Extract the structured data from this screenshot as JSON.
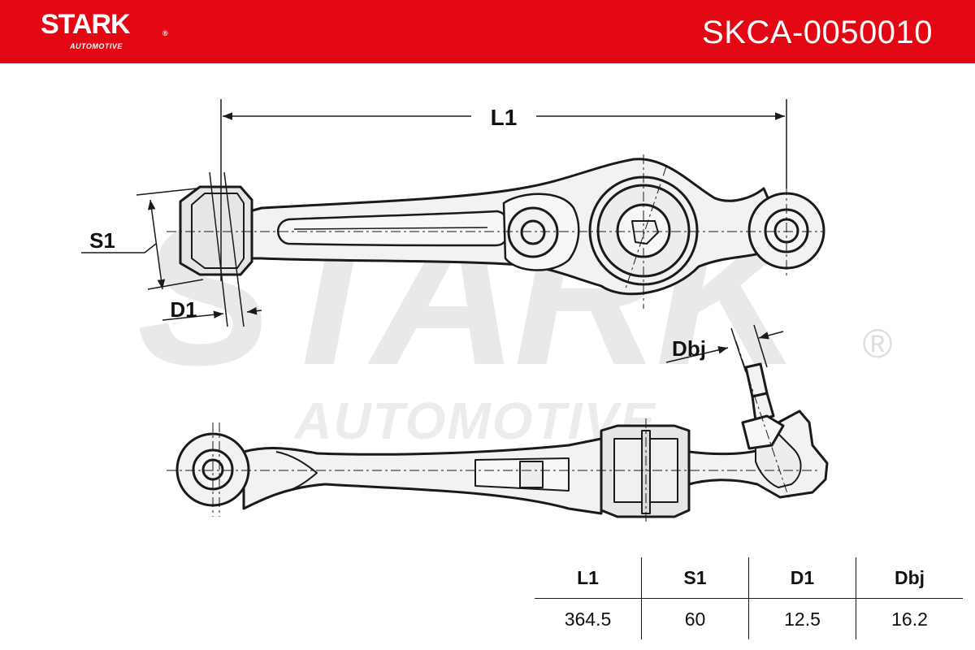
{
  "header": {
    "brand": "STARK",
    "brand_reg": "®",
    "brand_sub": "AUTOMOTIVE",
    "part_number": "SKCA-0050010",
    "color": "#e30613"
  },
  "watermark": {
    "main": "STARK",
    "sub": "AUTOMOTIVE",
    "reg": "®"
  },
  "dimension_labels": {
    "l1": "L1",
    "s1": "S1",
    "d1": "D1",
    "dbj": "Dbj"
  },
  "spec_table": {
    "headers": [
      "L1",
      "S1",
      "D1",
      "Dbj"
    ],
    "values": [
      "364.5",
      "60",
      "12.5",
      "16.2"
    ]
  }
}
